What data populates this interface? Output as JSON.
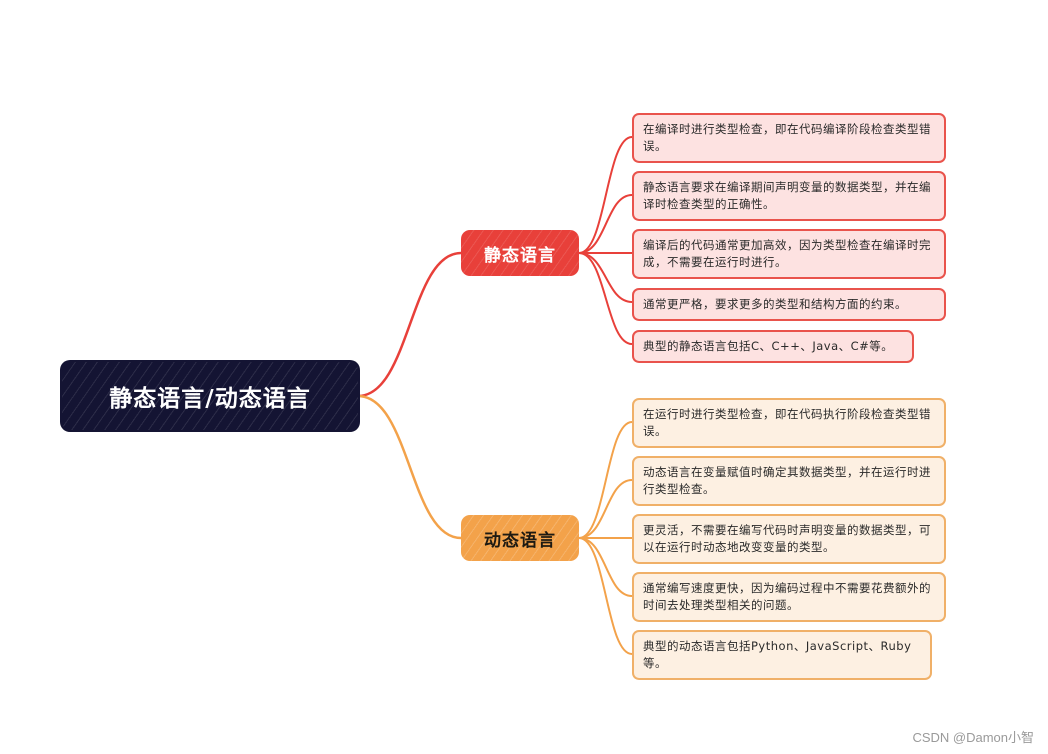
{
  "root": {
    "label": "静态语言/动态语言"
  },
  "colors": {
    "root": "#141433",
    "static": "#e8403a",
    "dynamic": "#f3a24a",
    "static_leaf_bg": "#fde2e1",
    "dynamic_leaf_bg": "#fdf0e2"
  },
  "static": {
    "label": "静态语言",
    "items": [
      "在编译时进行类型检查，即在代码编译阶段检查类型错误。",
      "静态语言要求在编译期间声明变量的数据类型，并在编译时检查类型的正确性。",
      "编译后的代码通常更加高效，因为类型检查在编译时完成，不需要在运行时进行。",
      "通常更严格，要求更多的类型和结构方面的约束。",
      "典型的静态语言包括C、C++、Java、C#等。"
    ]
  },
  "dynamic": {
    "label": "动态语言",
    "items": [
      "在运行时进行类型检查，即在代码执行阶段检查类型错误。",
      "动态语言在变量赋值时确定其数据类型，并在运行时进行类型检查。",
      "更灵活，不需要在编写代码时声明变量的数据类型，可以在运行时动态地改变变量的类型。",
      "通常编写速度更快，因为编码过程中不需要花费额外的时间去处理类型相关的问题。",
      "典型的动态语言包括Python、JavaScript、Ruby等。"
    ]
  },
  "watermark": "CSDN @Damon小智"
}
